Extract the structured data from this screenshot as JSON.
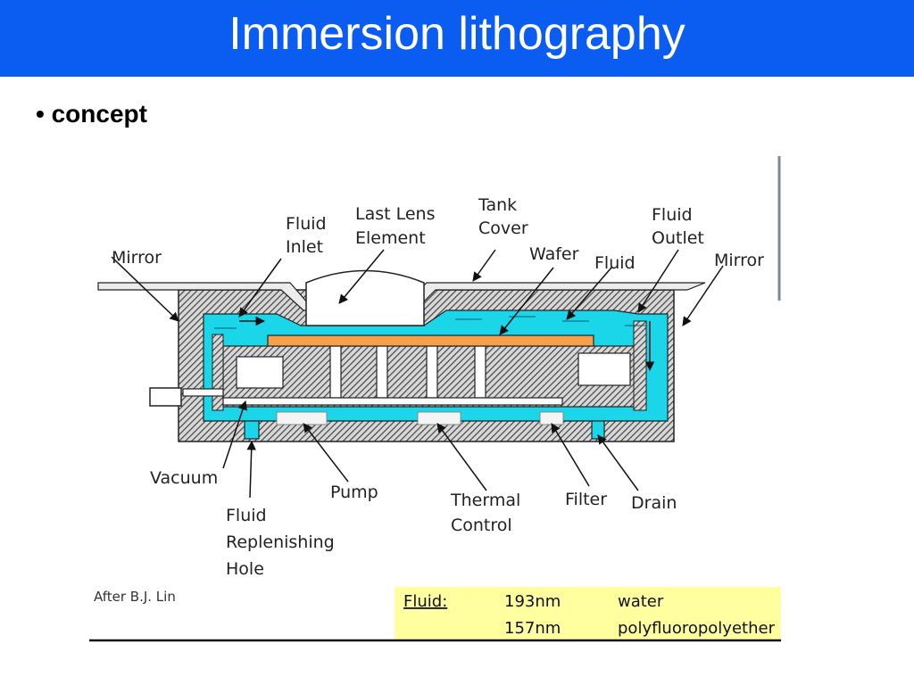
{
  "title": "Immersion lithography",
  "bullet": "concept",
  "colors": {
    "title_bg": "#0b5cf0",
    "fluid": "#1ad6e8",
    "wafer": "#f5a04a",
    "hatch": "#555555",
    "table_bg": "#ffffa0"
  },
  "labels": {
    "mirror_left": "Mirror",
    "fluid_inlet": [
      "Fluid",
      "Inlet"
    ],
    "last_lens": [
      "Last Lens",
      "Element"
    ],
    "tank_cover": [
      "Tank",
      "Cover"
    ],
    "wafer": "Wafer",
    "fluid": "Fluid",
    "fluid_outlet": [
      "Fluid",
      "Outlet"
    ],
    "mirror_right": "Mirror",
    "vacuum": "Vacuum",
    "pump": "Pump",
    "thermal_control": [
      "Thermal",
      "Control"
    ],
    "filter": "Filter",
    "drain": "Drain",
    "replenishing": [
      "Fluid",
      "Replenishing",
      "Hole"
    ]
  },
  "credit": "After B.J. Lin",
  "fluid_table": {
    "header": "Fluid:",
    "rows": [
      {
        "wavelength": "193nm",
        "fluid": "water"
      },
      {
        "wavelength": "157nm",
        "fluid": "polyfluoropolyether"
      }
    ]
  }
}
